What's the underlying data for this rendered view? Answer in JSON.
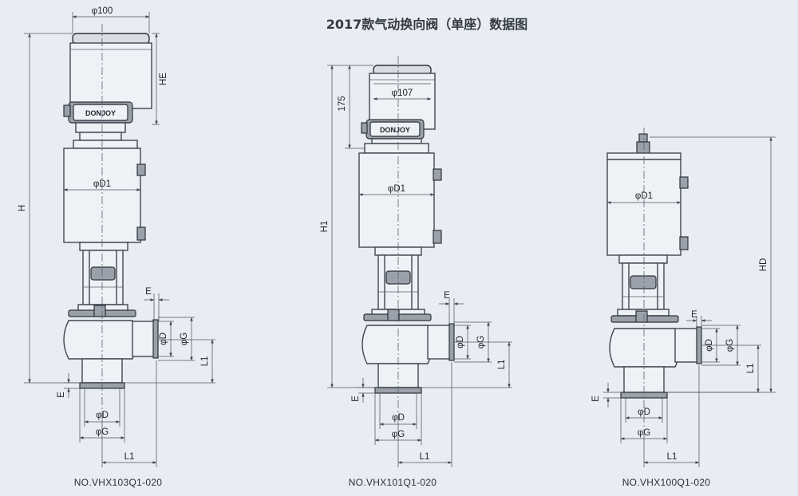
{
  "title": "2017款气动换向阀（单座）数据图",
  "brand": "DONJOY",
  "drawings": [
    {
      "model": "NO.VHX103Q1-020",
      "labels": {
        "top_dia": "φ100",
        "he": "HE",
        "h": "H",
        "d1": "φD1",
        "e_side": "E",
        "d_side": "φD",
        "g_side": "φG",
        "l1_side": "L1",
        "e_bottom": "E",
        "d_bottom": "φD",
        "g_bottom": "φG",
        "l1_bottom": "L1"
      }
    },
    {
      "model": "NO.VHX101Q1-020",
      "labels": {
        "top_dia": "φ107",
        "he": "175",
        "h": "H1",
        "d1": "φD1",
        "e_side": "E",
        "d_side": "φD",
        "g_side": "φG",
        "l1_side": "L1",
        "e_bottom": "E",
        "d_bottom": "φD",
        "g_bottom": "φG",
        "l1_bottom": "L1"
      }
    },
    {
      "model": "NO.VHX100Q1-020",
      "labels": {
        "hd": "HD",
        "d1": "φD1",
        "e_side": "E",
        "d_side": "φD",
        "g_side": "φG",
        "l1_side": "L1",
        "e_bottom": "E",
        "d_bottom": "φD",
        "g_bottom": "φG",
        "l1_bottom": "L1"
      }
    }
  ]
}
